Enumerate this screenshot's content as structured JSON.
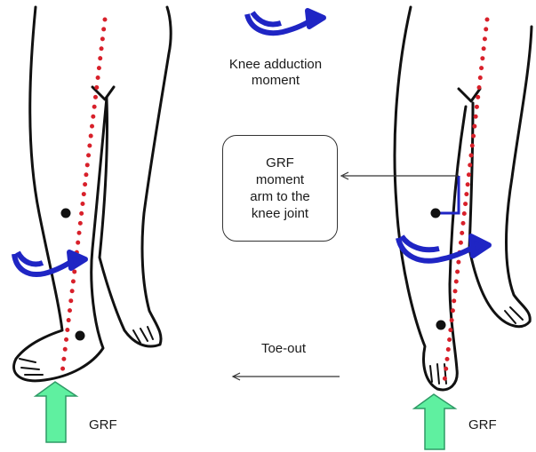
{
  "labels": {
    "knee_adduction": [
      "Knee adduction",
      "moment"
    ],
    "moment_arm_box": [
      "GRF",
      "moment",
      "arm to the",
      "knee joint"
    ],
    "toe_out": "Toe-out",
    "grf_left": "GRF",
    "grf_right": "GRF"
  },
  "colors": {
    "outline": "#111111",
    "load_line": "#d8202a",
    "moment_arrow": "#1f25c4",
    "grf_arrow": "#5ff0a0",
    "grf_arrow_edge": "#2f9a66"
  }
}
